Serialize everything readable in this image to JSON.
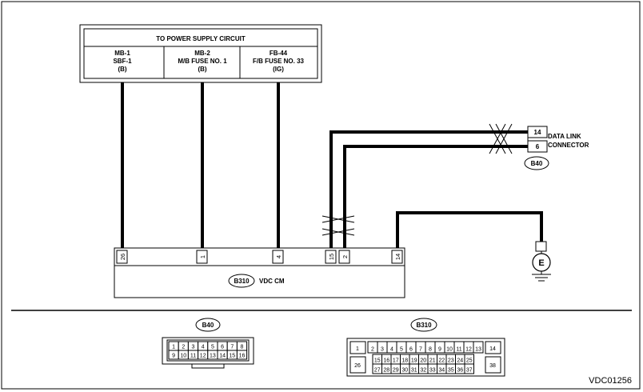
{
  "power_supply": {
    "title": "TO POWER SUPPLY CIRCUIT",
    "columns": [
      {
        "line1": "MB-1",
        "line2": "SBF-1",
        "line3": "(B)"
      },
      {
        "line1": "MB-2",
        "line2": "M/B FUSE NO. 1",
        "line3": "(B)"
      },
      {
        "line1": "FB-44",
        "line2": "F/B FUSE NO. 33",
        "line3": "(IG)"
      }
    ]
  },
  "data_link": {
    "pin_top": "14",
    "pin_bottom": "6",
    "label_line1": "DATA LINK",
    "label_line2": "CONNECTOR",
    "connector": "B40"
  },
  "ground_symbol": "E",
  "vdc": {
    "connector": "B310",
    "label": "VDC CM",
    "pins": [
      "26",
      "1",
      "4",
      "15",
      "2",
      "14"
    ]
  },
  "b40_view": {
    "connector": "B40",
    "row1": [
      "1",
      "2",
      "3",
      "4",
      "5",
      "6",
      "7",
      "8"
    ],
    "row2": [
      "9",
      "10",
      "11",
      "12",
      "13",
      "14",
      "15",
      "16"
    ]
  },
  "b310_view": {
    "connector": "B310",
    "pin_left_top": "1",
    "pin_left_bottom": "26",
    "pin_right_top": "14",
    "pin_right_bottom": "38",
    "row1": [
      "2",
      "3",
      "4",
      "5",
      "6",
      "7",
      "8",
      "9",
      "10",
      "11",
      "12",
      "13"
    ],
    "row2": [
      "15",
      "16",
      "17",
      "18",
      "19",
      "20",
      "21",
      "22",
      "23",
      "24",
      "25"
    ],
    "row3": [
      "27",
      "28",
      "29",
      "30",
      "31",
      "32",
      "33",
      "34",
      "35",
      "36",
      "37"
    ]
  },
  "diagram_code": "VDC01256"
}
